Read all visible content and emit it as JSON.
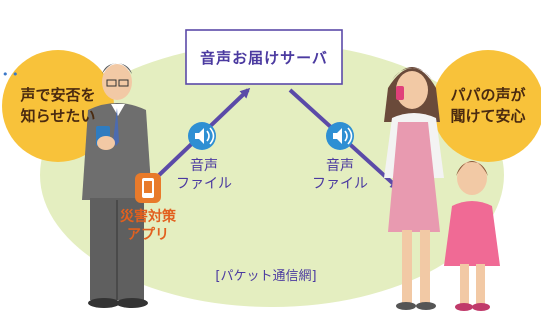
{
  "server": {
    "label": "音声お届けサーバ"
  },
  "sender": {
    "bubble_line1": "声で安否を",
    "bubble_line2": "知らせたい"
  },
  "receiver": {
    "bubble_line1": "パパの声が",
    "bubble_line2": "聞けて安心"
  },
  "upload": {
    "line1": "音声",
    "line2": "ファイル"
  },
  "download": {
    "line1": "音声",
    "line2": "ファイル"
  },
  "app": {
    "line1": "災害対策",
    "line2": "アプリ"
  },
  "network": {
    "label": "[パケット通信網]"
  },
  "colors": {
    "oval": "#e4eec0",
    "bubble": "#f8c23a",
    "arrow": "#5b4aa8",
    "sound_icon": "#2e8fd3",
    "app_orange": "#e87a2a"
  }
}
